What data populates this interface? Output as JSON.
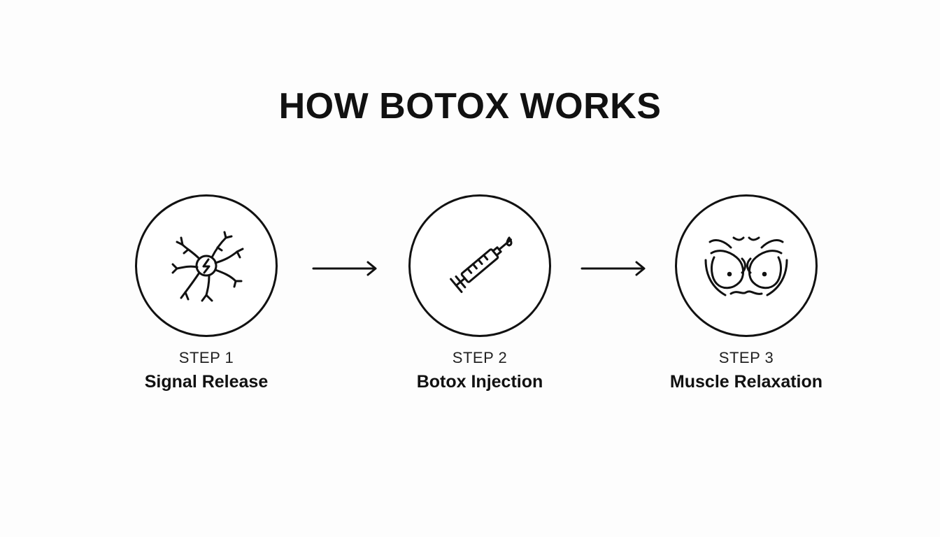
{
  "title": "HOW BOTOX WORKS",
  "colors": {
    "ink": "#111111",
    "background": "#fdfdfd"
  },
  "steps": [
    {
      "label": "STEP 1",
      "name": "Signal Release",
      "icon": "neuron-icon"
    },
    {
      "label": "STEP 2",
      "name": "Botox Injection",
      "icon": "syringe-icon"
    },
    {
      "label": "STEP 3",
      "name": "Muscle Relaxation",
      "icon": "relaxed-muscle-icon"
    }
  ]
}
